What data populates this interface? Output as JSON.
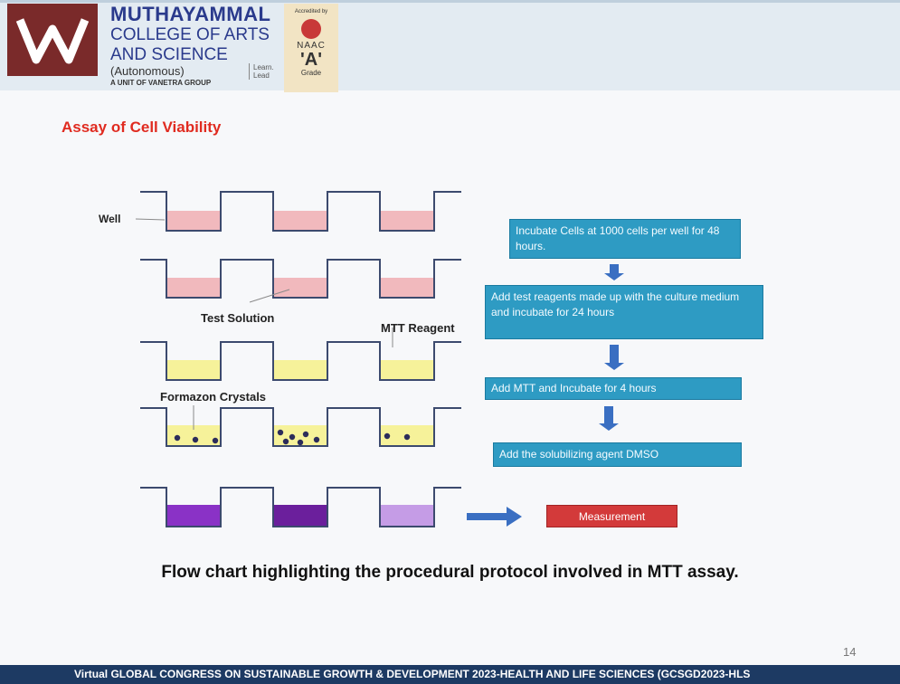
{
  "header": {
    "college_line1": "MUTHAYAMMAL",
    "college_line2": "COLLEGE OF ARTS",
    "college_line3": "AND SCIENCE",
    "college_line4": "(Autonomous)",
    "college_line5": "A UNIT OF VANETRA GROUP",
    "tagline_1": "Learn.",
    "tagline_2": "Lead",
    "naac_accredited": "Accredited by",
    "naac_name": "NAAC",
    "naac_grade_letter": "'A'",
    "naac_grade_word": "Grade"
  },
  "slide": {
    "title": "Assay of Cell Viability",
    "caption": "Flow chart highlighting the procedural protocol involved in MTT assay.",
    "page_number": "14"
  },
  "diagram": {
    "labels": {
      "well": "Well",
      "test_solution": "Test Solution",
      "mtt_reagent": "MTT Reagent",
      "formazon": "Formazon Crystals"
    },
    "steps": [
      "Incubate Cells at 1000 cells per well for 48 hours.",
      "Add test reagents made up with the culture medium and incubate for 24 hours",
      "Add MTT and Incubate for 4 hours",
      "Add the solubilizing agent DMSO"
    ],
    "result": "Measurement",
    "colors": {
      "pink": "#f1b9bd",
      "yellow": "#f6f29a",
      "purple_light": "#b97fe0",
      "purple_dark": "#6b1f9c",
      "box": "#2e9bc3",
      "arrow": "#3a6fc2",
      "measure": "#d33a3a"
    }
  },
  "footer": {
    "text": "Virtual GLOBAL CONGRESS ON SUSTAINABLE GROWTH & DEVELOPMENT 2023-HEALTH AND LIFE SCIENCES (GCSGD2023-HLS"
  }
}
